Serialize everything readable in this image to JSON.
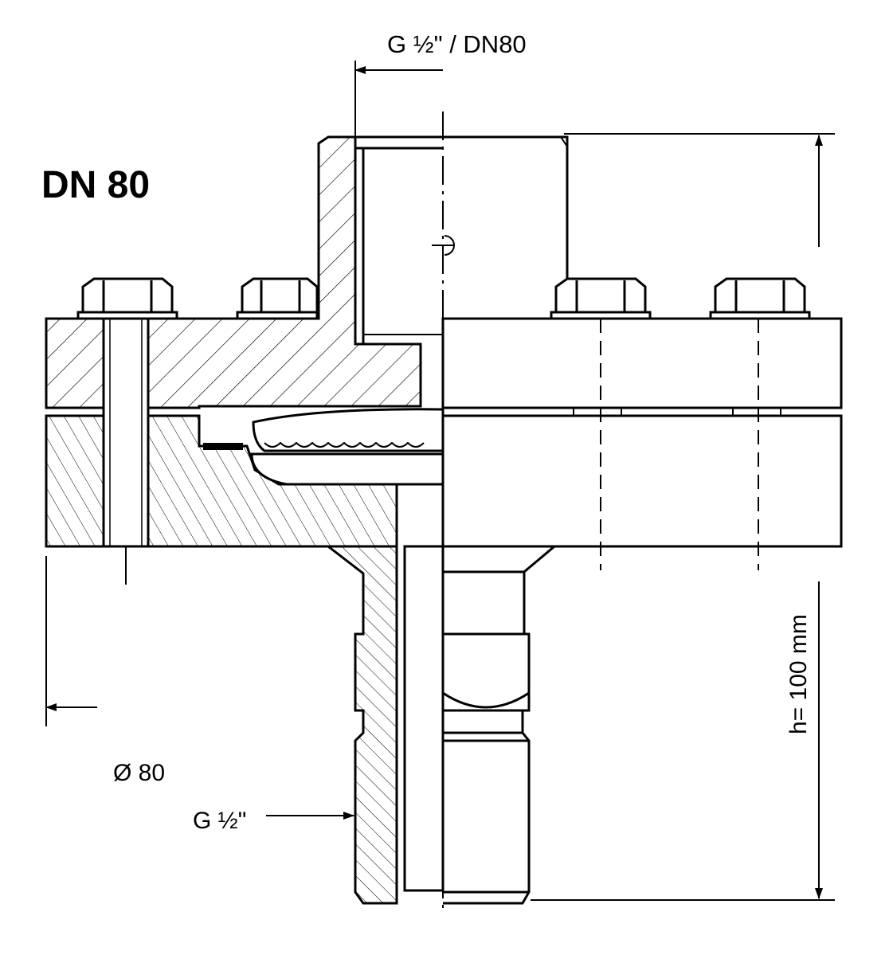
{
  "title": "DN 80",
  "labels": {
    "top_connection": "G ½\" / DN80",
    "diameter": "Ø 80",
    "bottom_thread": "G ½\"",
    "height": "h= 100 mm"
  },
  "colors": {
    "line": "#000000",
    "background": "#ffffff"
  }
}
